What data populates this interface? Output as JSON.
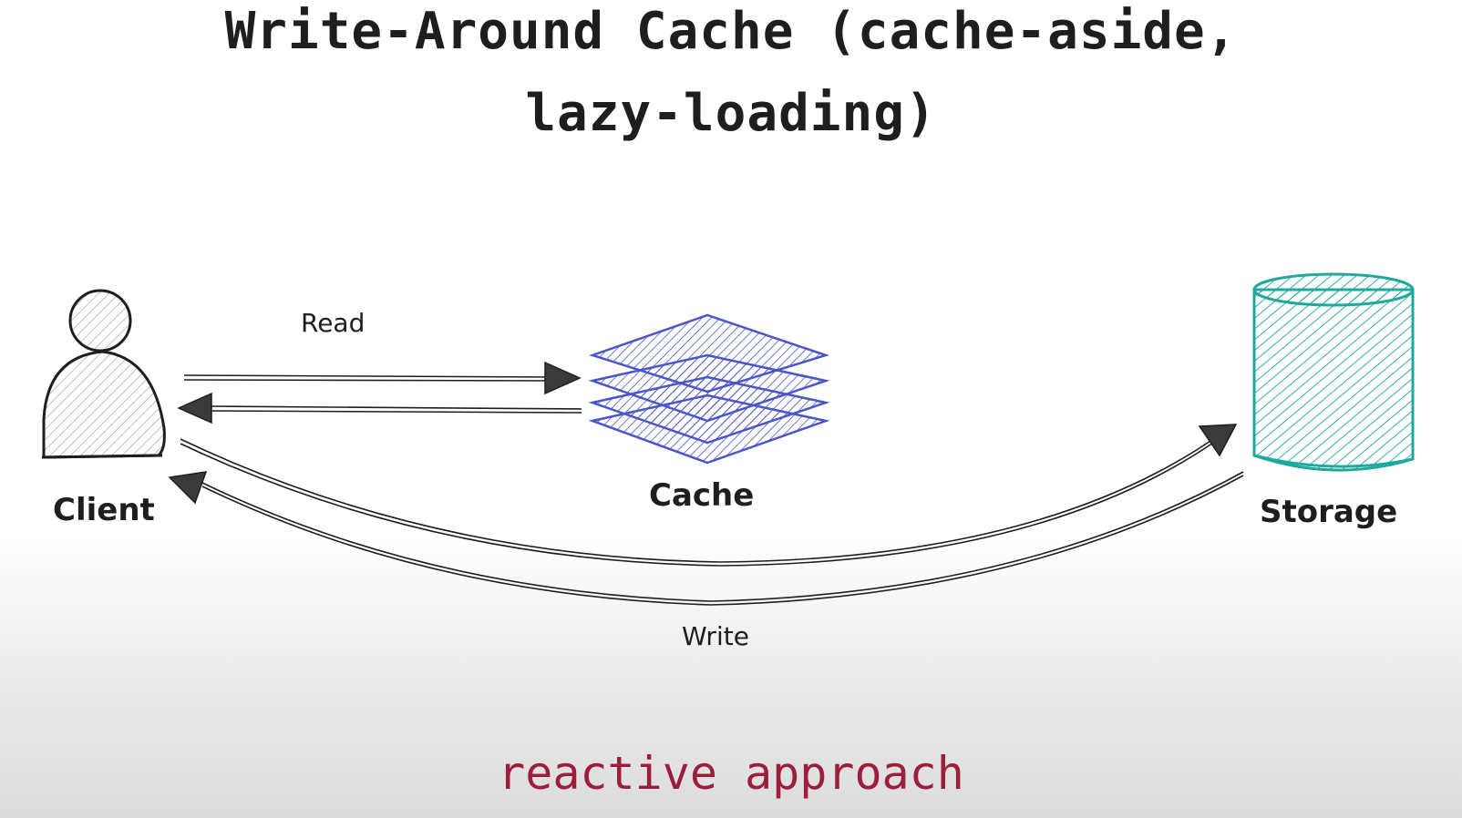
{
  "title_line1": "Write-Around Cache (cache-aside,",
  "title_line2": "lazy-loading)",
  "nodes": {
    "client": "Client",
    "cache": "Cache",
    "storage": "Storage"
  },
  "edges": {
    "read": "Read",
    "write": "Write"
  },
  "subtitle": "reactive approach",
  "colors": {
    "ink": "#1e1e1e",
    "cache": "#4a56c8",
    "storage": "#1fa89e",
    "subtitle": "#9b1f3a"
  }
}
